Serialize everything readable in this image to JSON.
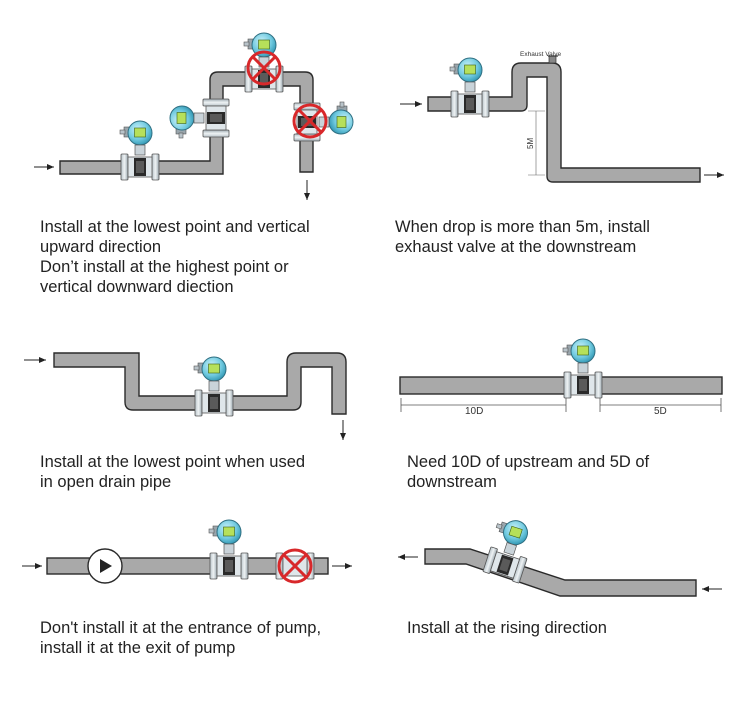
{
  "colors": {
    "pipe_fill": "#a9a9a9",
    "pipe_stroke": "#2a2a2a",
    "meter_body": "#c9d3d9",
    "meter_display": "#7fd4e6",
    "meter_screen": "#b6e05a",
    "no_mark": "#d8282a"
  },
  "panels": {
    "p1": {
      "lines": [
        "Install at the lowest point and vertical",
        "upward direction",
        "Don’t install at the highest point or",
        "vertical downward diection"
      ]
    },
    "p2": {
      "lines": [
        "When drop is more than 5m, install",
        "exhaust valve at the downstream"
      ],
      "valve_label": "Exhaust Valve",
      "drop_label": "5M"
    },
    "p3": {
      "lines": [
        "Install at the lowest point when used",
        "in open drain pipe"
      ]
    },
    "p4": {
      "lines": [
        "Need 10D of upstream  and 5D of",
        "downstream"
      ],
      "upstream_label": "10D",
      "downstream_label": "5D"
    },
    "p5": {
      "lines": [
        "Don't install it at the entrance of pump,",
        "install it at the exit of pump"
      ]
    },
    "p6": {
      "lines": [
        "Install at the rising direction"
      ]
    }
  },
  "icons": [
    "flow-arrow-icon",
    "pump-icon",
    "no-entry-icon",
    "flowmeter-icon"
  ]
}
